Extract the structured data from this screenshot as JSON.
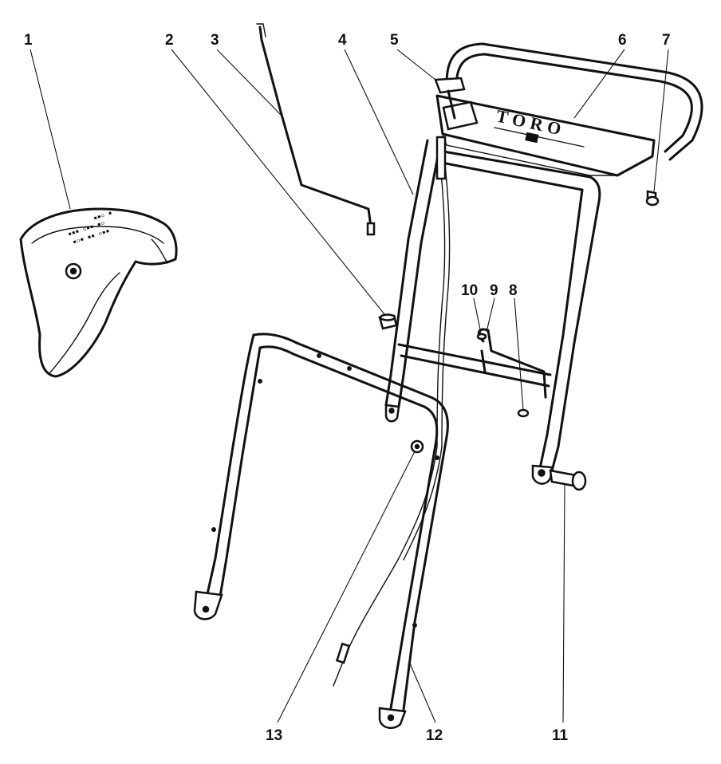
{
  "brand_text": "TORO",
  "callouts": {
    "p1": "1",
    "p2": "2",
    "p3": "3",
    "p4": "4",
    "p5": "5",
    "p6": "6",
    "p7": "7",
    "p8": "8",
    "p9": "9",
    "p10": "10",
    "p11": "11",
    "p12": "12",
    "p13": "13"
  },
  "colors": {
    "ink": "#111111",
    "paper": "#ffffff"
  }
}
